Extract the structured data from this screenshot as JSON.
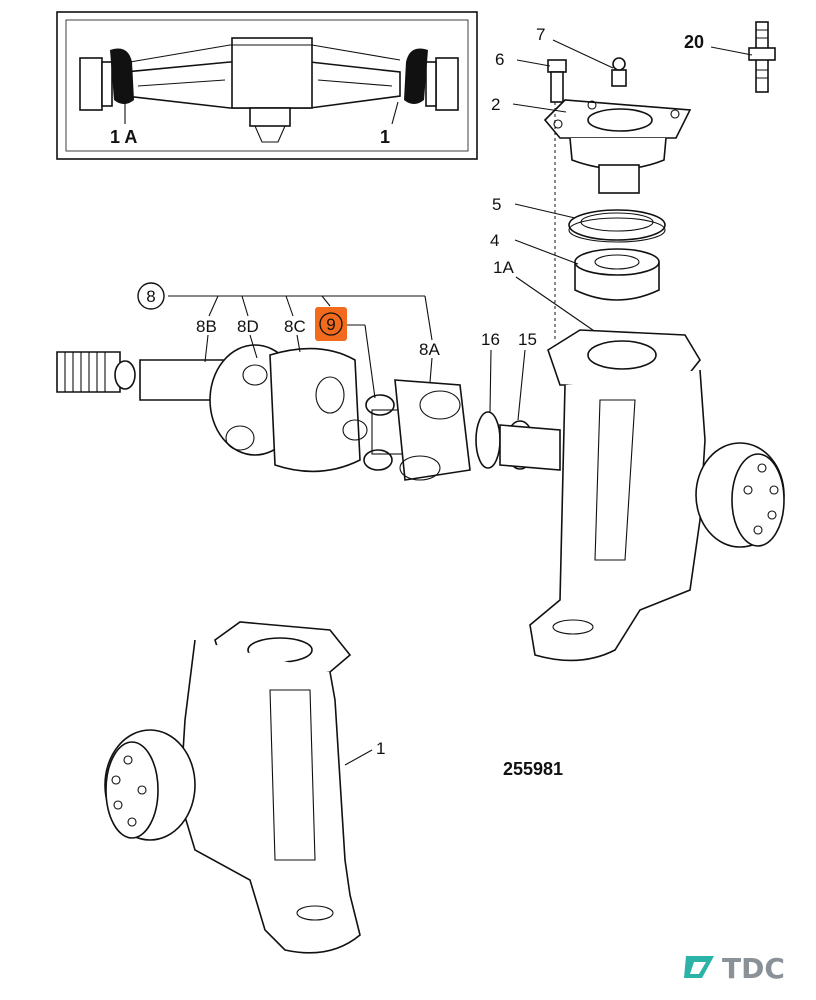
{
  "diagram": {
    "reference_number": "255981",
    "inset_labels": {
      "left": "1 A",
      "right": "1"
    },
    "callouts": {
      "c1": "1",
      "c1a": "1A",
      "c2": "2",
      "c4": "4",
      "c5": "5",
      "c6": "6",
      "c7": "7",
      "c8": "8",
      "c8a": "8A",
      "c8b": "8B",
      "c8c": "8C",
      "c8d": "8D",
      "c9": "9",
      "c15": "15",
      "c16": "16",
      "c20": "20"
    },
    "highlight_color": "#f26b1d"
  },
  "watermark": {
    "text": "TDC",
    "color": "#8a9198",
    "accent": "#2bb3a8"
  }
}
